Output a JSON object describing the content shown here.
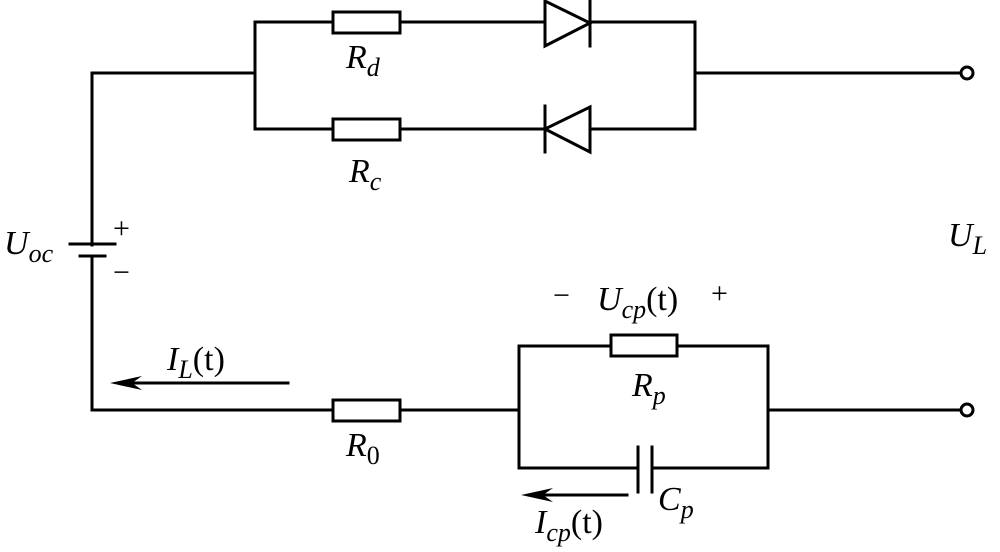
{
  "diagram": {
    "type": "equivalent-circuit",
    "components": {
      "source": {
        "name": "U",
        "sub": "oc",
        "plus": "+",
        "minus": "−"
      },
      "rd": {
        "name": "R",
        "sub": "d"
      },
      "rc": {
        "name": "R",
        "sub": "c"
      },
      "r0": {
        "name": "R",
        "sub": "0"
      },
      "rp": {
        "name": "R",
        "sub": "p"
      },
      "cp": {
        "name": "C",
        "sub": "p"
      },
      "load_voltage": {
        "name": "U",
        "sub": "L"
      },
      "ucp": {
        "minus": "−",
        "name": "U",
        "sub": "cp",
        "suffix": "(t)",
        "plus": "+"
      },
      "il": {
        "name": "I",
        "sub": "L",
        "suffix": "(t)"
      },
      "icp": {
        "name": "I",
        "sub": "cp",
        "suffix": "(t)"
      }
    },
    "diodes": [
      "forward-diode",
      "reverse-diode"
    ],
    "terminals": [
      "top-terminal",
      "bottom-terminal"
    ]
  }
}
